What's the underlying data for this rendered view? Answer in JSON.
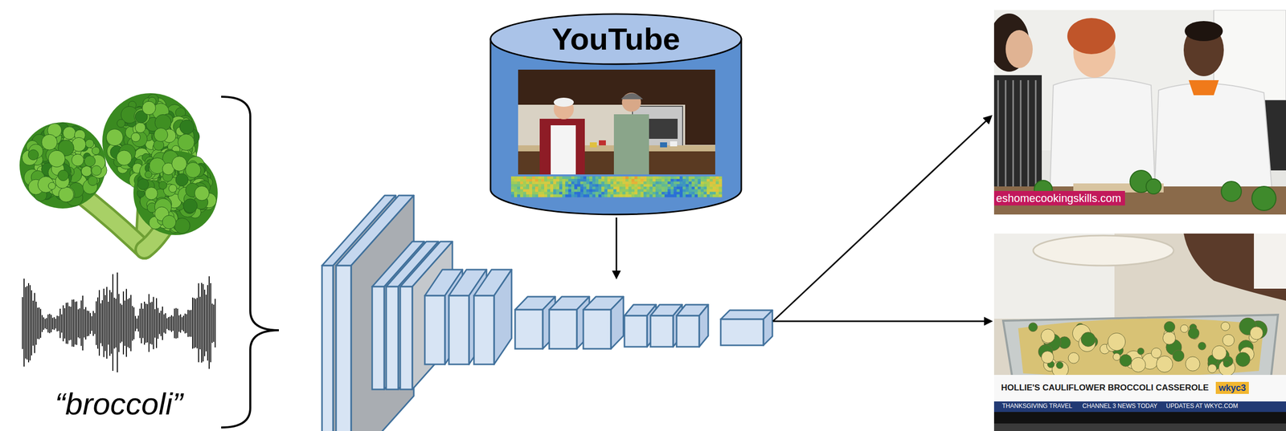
{
  "diagram": {
    "nodes": [
      {
        "text": [
          "YouTube"
        ]
      }
    ],
    "labels": [
      "“broccoli”",
      "eshomecookingskills.com",
      "HOLLIE'S CAULIFLOWER BROCCOLI CASSEROLE",
      "wkyc3",
      "THANKSGIVING TRAVEL",
      "CHANNEL 3 NEWS TODAY",
      "UPDATES AT WKYC.COM"
    ]
  }
}
